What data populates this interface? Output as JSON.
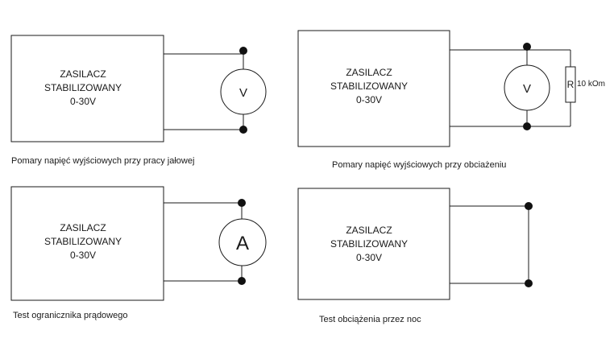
{
  "psu": {
    "line1": "ZASILACZ",
    "line2": "STABILIZOWANY",
    "line3": "0-30V"
  },
  "circuits": {
    "idle": {
      "caption": "Pomary napięć wyjściowych przy pracy jałowej",
      "meter": "V"
    },
    "load": {
      "caption": "Pomary napięć wyjściowych przy obciażeniu",
      "meter": "V",
      "resistor_symbol": "R",
      "resistor_value": "10 kOm"
    },
    "current": {
      "caption": "Test ogranicznika prądowego",
      "meter": "A"
    },
    "overnight": {
      "caption": "Test obciążenia przez noc"
    }
  },
  "colors": {
    "line": "#1a1a1a",
    "dot": "#111111"
  }
}
